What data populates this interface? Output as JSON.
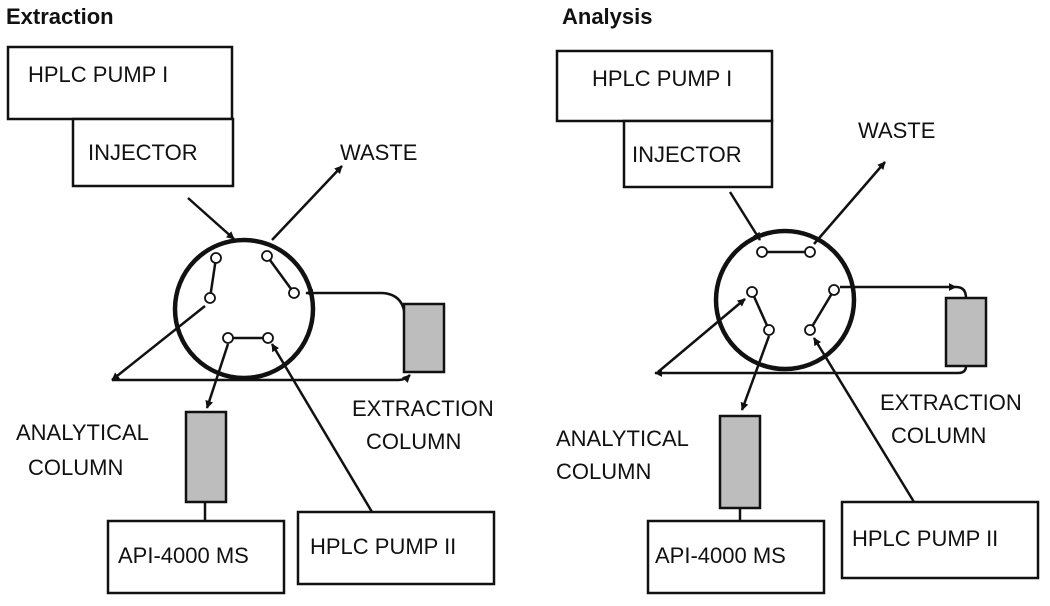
{
  "panels": {
    "extraction": {
      "title": "Extraction",
      "pump1": "HPLC PUMP I",
      "injector": "INJECTOR",
      "waste": "WASTE",
      "extraction_column_line1": "EXTRACTION",
      "extraction_column_line2": "COLUMN",
      "analytical_column_line1": "ANALYTICAL",
      "analytical_column_line2": "COLUMN",
      "ms": "API-4000 MS",
      "pump2": "HPLC PUMP II"
    },
    "analysis": {
      "title": "Analysis",
      "pump1": "HPLC PUMP I",
      "injector": "INJECTOR",
      "waste": "WASTE",
      "extraction_column_line1": "EXTRACTION",
      "extraction_column_line2": "COLUMN",
      "analytical_column_line1": "ANALYTICAL",
      "analytical_column_line2": "COLUMN",
      "ms": "API-4000 MS",
      "pump2": "HPLC PUMP II"
    }
  },
  "colors": {
    "line": "#111111",
    "column_fill": "#bdbdbd",
    "background": "#ffffff"
  }
}
